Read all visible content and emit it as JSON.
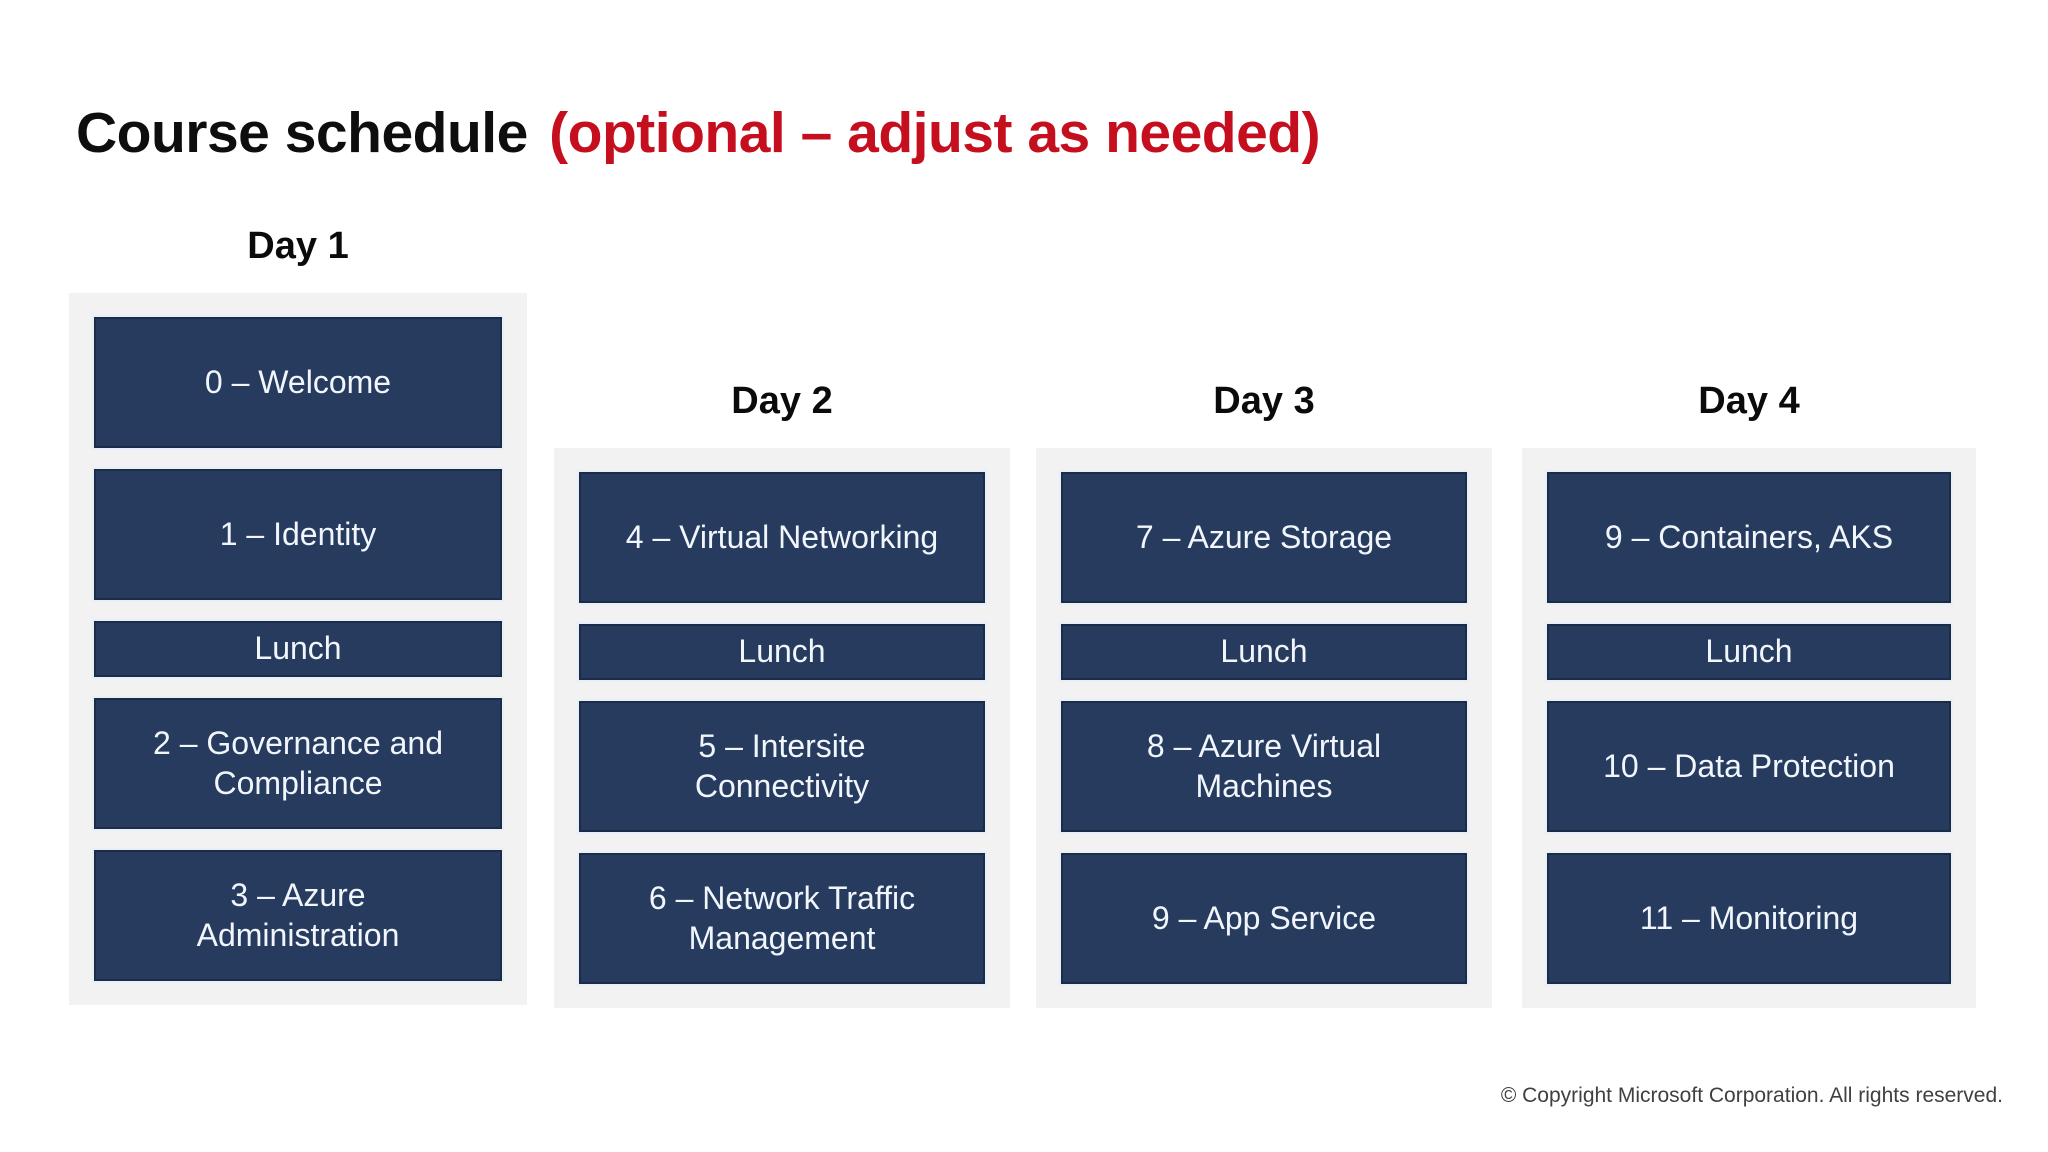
{
  "slide": {
    "title": {
      "main": "Course schedule",
      "accent": "(optional – adjust as needed)"
    },
    "footer": "© Copyright Microsoft Corporation. All rights reserved."
  },
  "colors": {
    "accent_red": "#C50F1F",
    "box_fill": "#273B5E",
    "box_border": "#1B2C49",
    "box_ring": "#E9EFF6",
    "box_text": "#F1F6FC",
    "column_bg": "#F2F2F2",
    "title_text": "#0E0E0E",
    "footer_text": "#404040"
  },
  "schedule": {
    "columns": [
      {
        "header": "Day 1",
        "items": [
          {
            "label": "0 – Welcome",
            "kind": "module"
          },
          {
            "label": "1 – Identity",
            "kind": "module"
          },
          {
            "label": "Lunch",
            "kind": "lunch"
          },
          {
            "label": "2 – Governance and Compliance",
            "kind": "module"
          },
          {
            "label": "3 – Azure Administration",
            "kind": "module"
          }
        ]
      },
      {
        "header": "Day 2",
        "items": [
          {
            "label": "4 – Virtual Networking",
            "kind": "module"
          },
          {
            "label": "Lunch",
            "kind": "lunch"
          },
          {
            "label": "5 – Intersite Connectivity",
            "kind": "module"
          },
          {
            "label": "6 – Network Traffic Management",
            "kind": "module"
          }
        ]
      },
      {
        "header": "Day 3",
        "items": [
          {
            "label": "7 – Azure Storage",
            "kind": "module"
          },
          {
            "label": "Lunch",
            "kind": "lunch"
          },
          {
            "label": "8 – Azure Virtual Machines",
            "kind": "module"
          },
          {
            "label": "9 – App Service",
            "kind": "module"
          }
        ]
      },
      {
        "header": "Day 4",
        "items": [
          {
            "label": "9 – Containers, AKS",
            "kind": "module"
          },
          {
            "label": "Lunch",
            "kind": "lunch"
          },
          {
            "label": "10 – Data Protection",
            "kind": "module"
          },
          {
            "label": "11 – Monitoring",
            "kind": "module"
          }
        ]
      }
    ]
  }
}
